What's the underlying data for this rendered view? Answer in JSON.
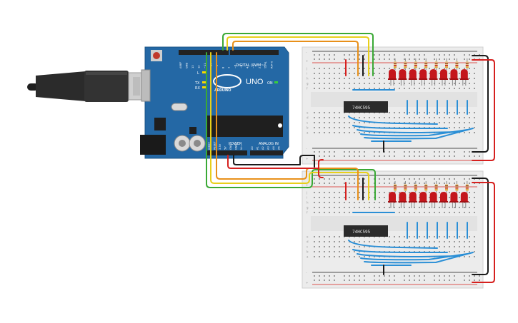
{
  "arduino": {
    "model_label": "UNO",
    "brand_label": "ARDUINO",
    "digital_label": "DIGITAL (PWM~)",
    "power_label": "POWER",
    "analog_label": "ANALOG IN",
    "led_l_label": "L",
    "led_tx_label": "TX",
    "led_rx_label": "RX",
    "on_label": "ON",
    "top_pins": [
      "AREF",
      "GND",
      "13",
      "12",
      "~11",
      "~10",
      "~9",
      "8",
      "7",
      "~6",
      "~5",
      "4",
      "~3",
      "2",
      "TX→1",
      "RX←0"
    ],
    "power_pins": [
      "IOREF",
      "RESET",
      "3.3V",
      "5V",
      "GND",
      "GND",
      "Vin"
    ],
    "analog_pins": [
      "A0",
      "A1",
      "A2",
      "A3",
      "A4",
      "A5"
    ]
  },
  "chips": {
    "top_label": "74HC595",
    "bottom_label": "74HC595"
  },
  "breadboard": {
    "row_letters": [
      "j",
      "i",
      "h",
      "g",
      "f",
      "e",
      "d",
      "c",
      "b",
      "a"
    ],
    "plus_label": "+",
    "minus_label": "-"
  },
  "colors": {
    "board_blue": "#2468a5",
    "wire_green": "#3aa935",
    "wire_yellow": "#e8cf1a",
    "wire_orange": "#e8901a",
    "wire_red": "#d6201e",
    "wire_black": "#1a1a1a",
    "wire_blue": "#2b8fd6",
    "led_red": "#c4161c"
  }
}
